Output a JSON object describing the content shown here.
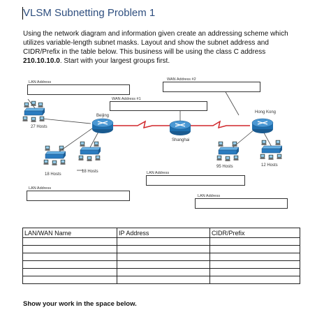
{
  "document": {
    "title": "VLSM Subnetting Problem 1",
    "intro_before": "Using the network diagram and information given create an addressing scheme which utilizes variable-length subnet masks. Layout and show the subnet address and CIDR/Prefix in the table below. This business will be using the class C address ",
    "intro_address": "210.10.10.0",
    "intro_after": ". Start with your largest groups first.",
    "footer": "Show your work in the space below."
  },
  "diagram": {
    "lan_address_label": "LAN Address",
    "wan1_label": "WAN Address #1",
    "wan2_label": "WAN Address #2",
    "routers": [
      "Beijing",
      "Shanghai",
      "Hong Kong"
    ],
    "hosts": [
      "27 Hosts",
      "18 Hosts",
      "18 Hosts",
      "95 Hosts",
      "12 Hosts"
    ]
  },
  "table": {
    "headers": [
      "LAN/WAN Name",
      "IP Address",
      "CIDR/Prefix"
    ],
    "empty_rows": 6
  },
  "colors": {
    "router": "#1f6fae",
    "switch": "#2a7bbf",
    "wan_link": "#d0262a",
    "link": "#444444"
  }
}
